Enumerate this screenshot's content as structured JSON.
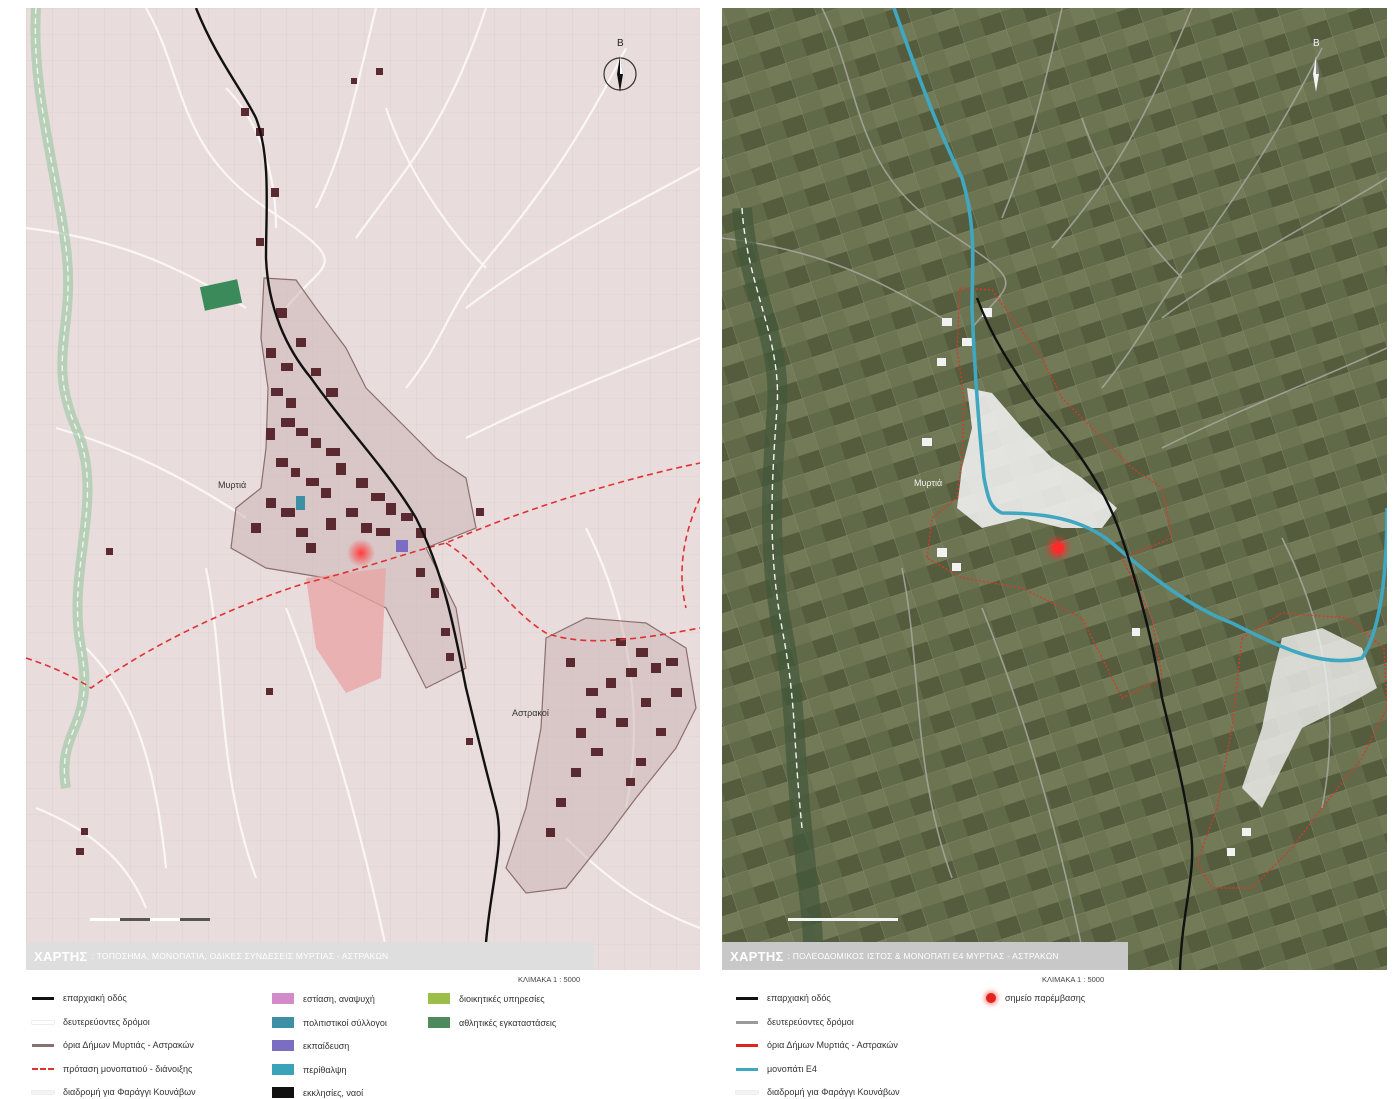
{
  "left_map": {
    "place_labels": {
      "myrtia": "Μυρτιά",
      "astrakoi": "Αστρακοί"
    },
    "north_arrow": {
      "letter": "Β",
      "icon": "north-arrow-icon"
    },
    "title": {
      "main": "ΧΑΡΤΗΣ",
      "subtitle": ": ΤΟΠΟΣΗΜΑ, ΜΟΝΟΠΑΤΙΑ, ΟΔΙΚΕΣ ΣΥΝΔΕΣΕΙΣ ΜΥΡΤΙΑΣ - ΑΣΤΡΑΚΩΝ"
    },
    "scale": "ΚΛΙΜΑΚΑ 1 : 5000",
    "colors": {
      "background": "#e9dcdc",
      "buildings": "#5b2a30",
      "provincial_road": "#111111",
      "trail_proposal": "#e03232",
      "intervention_zone": "#e8a3a3",
      "gorge_trail": "#4e8a5c",
      "sports_field": "#3a8a5a"
    },
    "legend": [
      {
        "label": "επαρχιακή οδός",
        "symbol": "line",
        "color": "#111111"
      },
      {
        "label": "δευτερεύοντες δρόμοι",
        "symbol": "line",
        "color": "#ffffff"
      },
      {
        "label": "όρια Δήμων Μυρτιάς - Αστρακών",
        "symbol": "line",
        "color": "#8a6f6f"
      },
      {
        "label": "πρόταση μονοπατιού - διάνοιξης",
        "symbol": "dashed",
        "color": "#e03232"
      },
      {
        "label": "διαδρομή για Φαράγγι Κουνάβων",
        "symbol": "line",
        "color": "#f4f4f4"
      },
      {
        "label": "εστίαση, αναψυχή",
        "symbol": "box",
        "color": "#d38ac9"
      },
      {
        "label": "πολιτιστικοί σύλλογοι",
        "symbol": "box",
        "color": "#3d8fa6"
      },
      {
        "label": "εκπαίδευση",
        "symbol": "box",
        "color": "#7b6ec2"
      },
      {
        "label": "περίθαλψη",
        "symbol": "box",
        "color": "#3aa3b8"
      },
      {
        "label": "εκκλησίες, ναοί",
        "symbol": "box",
        "color": "#111111"
      },
      {
        "label": "διοικητικές υπηρεσίες",
        "symbol": "box",
        "color": "#9bbd4a"
      },
      {
        "label": "αθλητικές εγκαταστάσεις",
        "symbol": "box",
        "color": "#4e8a5c"
      }
    ]
  },
  "right_map": {
    "place_labels": {
      "myrtia": "Μυρτιά"
    },
    "north_arrow": {
      "letter": "Β",
      "icon": "north-arrow-icon"
    },
    "title": {
      "main": "ΧΑΡΤΗΣ",
      "subtitle": ": ΠΟΛΕΟΔΟΜΙΚΟΣ ΙΣΤΟΣ & ΜΟΝΟΠΑΤΙ Ε4 ΜΥΡΤΙΑΣ - ΑΣΤΡΑΚΩΝ"
    },
    "scale": "ΚΛΙΜΑΚΑ 1 : 5000",
    "colors": {
      "aerial_base": "#5c6446",
      "e4_trail": "#3fa7c0",
      "boundary": "#d23b2b",
      "buildings": "#f2f2f2"
    },
    "legend": [
      {
        "label": "επαρχιακή οδός",
        "symbol": "line",
        "color": "#111111"
      },
      {
        "label": "δευτερεύοντες δρόμοι",
        "symbol": "line",
        "color": "#9a9a9a"
      },
      {
        "label": "όρια Δήμων Μυρτιάς - Αστρακών",
        "symbol": "line",
        "color": "#e0241b"
      },
      {
        "label": "μονοπάτι Ε4",
        "symbol": "line",
        "color": "#3fa7c0"
      },
      {
        "label": "διαδρομή για Φαράγγι Κουνάβων",
        "symbol": "line",
        "color": "#f4f4f4"
      },
      {
        "label": "σημείο παρέμβασης",
        "symbol": "dot",
        "color": "#e0241b"
      }
    ]
  }
}
